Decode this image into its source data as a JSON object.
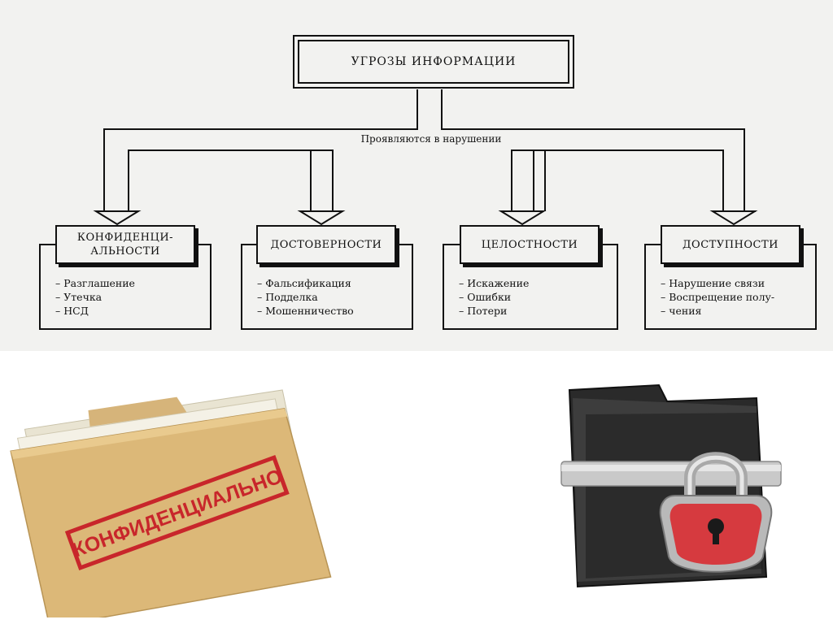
{
  "diagram": {
    "root": {
      "label": "УГРОЗЫ  ИНФОРМАЦИИ"
    },
    "edge_label": "Проявляются в нарушении",
    "categories": [
      {
        "label": "КОНФИДЕНЦИ-\nАЛЬНОСТИ",
        "items": [
          "Разглашение",
          "Утечка",
          "НСД"
        ]
      },
      {
        "label": "ДОСТОВЕРНОСТИ",
        "items": [
          "Фальсификация",
          "Подделка",
          "Мошенничество"
        ]
      },
      {
        "label": "ЦЕЛОСТНОСТИ",
        "items": [
          "Искажение",
          "Ошибки",
          "Потери"
        ]
      },
      {
        "label": "ДОСТУПНОСТИ",
        "items": [
          "Нарушение связи",
          "Воспрещение полу-",
          "чения"
        ]
      }
    ]
  },
  "illustrations": {
    "folder_stamp": {
      "text": "КОНФИДЕНЦИАЛЬНО",
      "color": "#c8262b"
    },
    "lock_folder": {
      "icon": "padlock-icon",
      "lock_color": "#d63a3f"
    }
  }
}
